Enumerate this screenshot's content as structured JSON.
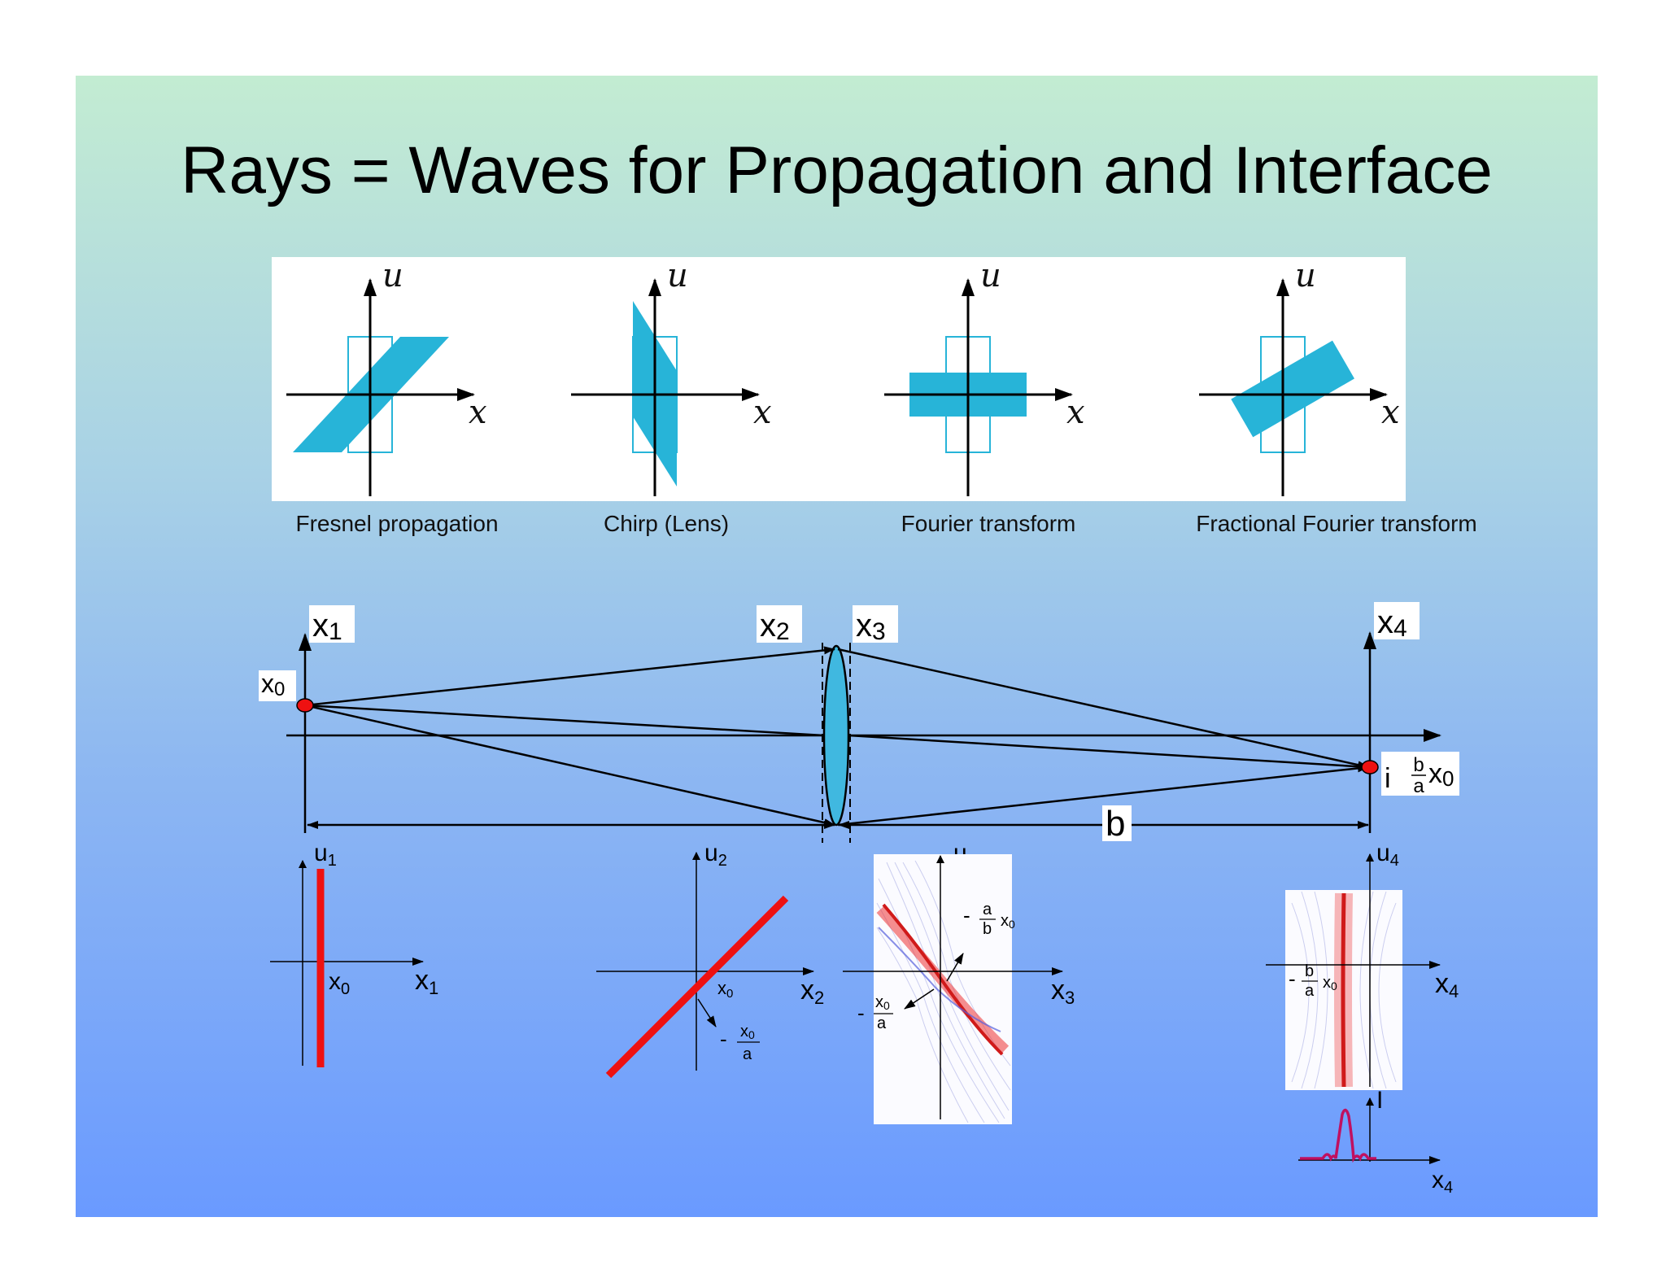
{
  "title": "Rays = Waves for Propagation and Interface",
  "phase_space": {
    "axis_x": "x",
    "axis_u": "u",
    "panels": [
      {
        "caption": "Fresnel propagation"
      },
      {
        "caption": "Chirp (Lens)"
      },
      {
        "caption": "Fourier transform"
      },
      {
        "caption": "Fractional Fourier transform"
      }
    ]
  },
  "optics": {
    "planes": {
      "x1": "x",
      "x1_sub": "1",
      "x2": "x",
      "x2_sub": "2",
      "x3": "x",
      "x3_sub": "3",
      "x4": "x",
      "x4_sub": "4"
    },
    "source": "x",
    "source_sub": "0",
    "distance": "b",
    "image_prefix": "i",
    "image_frac_num": "b",
    "image_frac_den": "a",
    "image_var": "x",
    "image_sub": "0"
  },
  "lower": {
    "u_labels": [
      {
        "u": "u",
        "sub": "1"
      },
      {
        "u": "u",
        "sub": "2"
      },
      {
        "u": "u",
        "sub": "3"
      },
      {
        "u": "u",
        "sub": "4"
      }
    ],
    "x_labels": [
      {
        "x": "x",
        "sub": "1"
      },
      {
        "x": "x",
        "sub": "2"
      },
      {
        "x": "x",
        "sub": "3"
      },
      {
        "x": "x",
        "sub": "4"
      }
    ],
    "intensity_label": "I",
    "intensity_x": "x",
    "intensity_x_sub": "4",
    "minus": "-",
    "a": "a",
    "b": "b",
    "x": "x",
    "zero": "0"
  },
  "colors": {
    "phase_fill": "#27b4d8",
    "red": "#ee1111",
    "lens": "#40b8e0",
    "intensity": "#c01060"
  }
}
